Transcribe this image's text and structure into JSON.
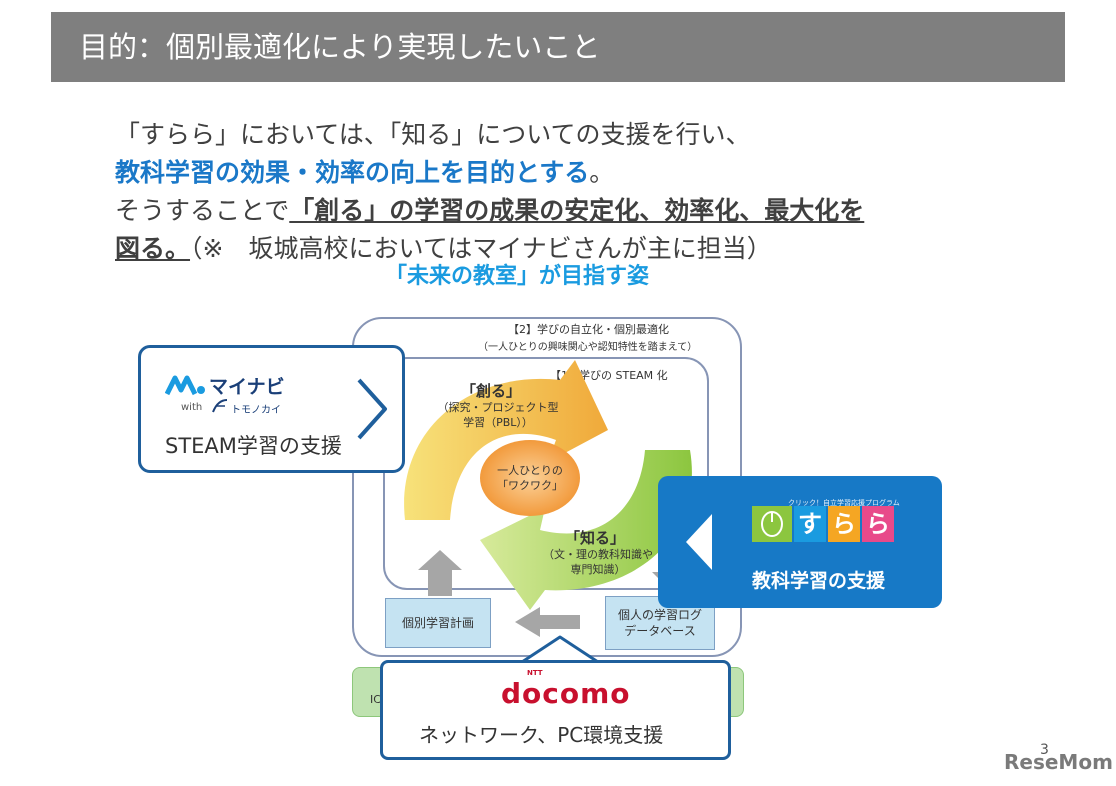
{
  "header": {
    "title": "目的：個別最適化により実現したいこと"
  },
  "body": {
    "line1": "「すらら」においては、「知る」についての支援を行い、",
    "line2_blue": "教科学習の効果・効率の向上を目的とする",
    "line2_end": "。",
    "line3_plain": "そうすることで",
    "line3_bold": "「創る」の学習の成果の安定化、効率化、最大化を",
    "line4_bold": "図る。",
    "line4_plain": "（※　坂城高校においてはマイナビさんが主に担当）"
  },
  "subtitle": "「未来の教室」が目指す姿",
  "diagram": {
    "outer_title": "【2】学びの自立化・個別最適化",
    "outer_subtitle": "（一人ひとりの興味関心や認知特性を踏まえて）",
    "inner_title": "【1】学びの STEAM 化",
    "create_label": "「創る」",
    "create_desc_1": "（探究・プロジェクト型",
    "create_desc_2": "学習（PBL））",
    "center_label_1": "一人ひとりの",
    "center_label_2": "「ワクワク」",
    "know_label": "「知る」",
    "know_desc_1": "（文・理の教科知識や",
    "know_desc_2": "専門知識）",
    "plan_box": "個別学習計画",
    "log_box_1": "個人の学習ログ",
    "log_box_2": "データベース",
    "ic_partial": "IC"
  },
  "mynavi_card": {
    "logo_text": "マイナビ",
    "with_text": "with",
    "tomonokai_text": "トモノカイ",
    "caption": "STEAM学習の支援"
  },
  "surala_card": {
    "tagline": "クリック！自立学習応援プログラム",
    "logo_chars": [
      "す",
      "ら",
      "ら"
    ],
    "caption": "教科学習の支援"
  },
  "docomo_card": {
    "ntt": "NTT",
    "logo": "docomo",
    "caption": "ネットワーク、PC環境支援"
  },
  "footer": {
    "page_number": "3",
    "watermark": "ReseMom"
  },
  "colors": {
    "title_bar": "#7f7f7f",
    "emphasis_blue": "#1a78c8",
    "subtitle_blue": "#1a9be0",
    "surala_blue": "#1779c6",
    "card_border": "#1f5f9c",
    "docomo_red": "#c8102e"
  }
}
